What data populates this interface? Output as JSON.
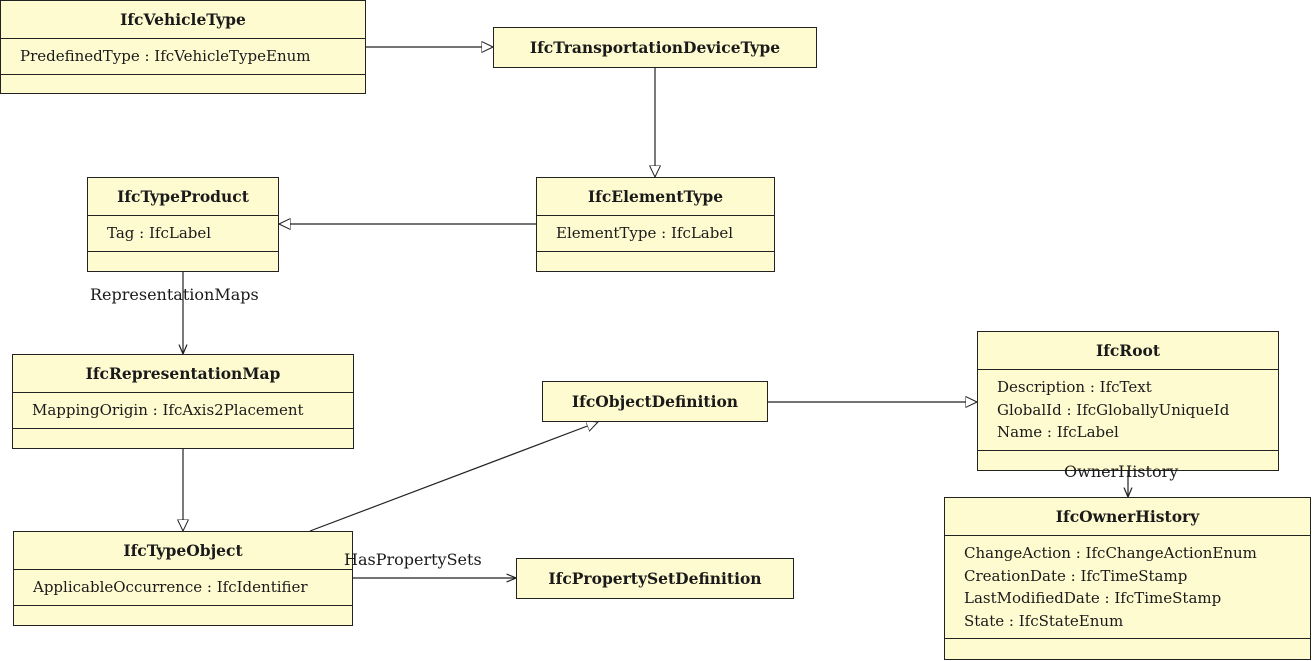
{
  "classes": {
    "vehicle_type": {
      "name": "IfcVehicleType",
      "attributes": [
        "PredefinedType : IfcVehicleTypeEnum"
      ]
    },
    "transportation_device_type": {
      "name": "IfcTransportationDeviceType"
    },
    "type_product": {
      "name": "IfcTypeProduct",
      "attributes": [
        "Tag : IfcLabel"
      ]
    },
    "element_type": {
      "name": "IfcElementType",
      "attributes": [
        "ElementType : IfcLabel"
      ]
    },
    "representation_map": {
      "name": "IfcRepresentationMap",
      "attributes": [
        "MappingOrigin : IfcAxis2Placement"
      ]
    },
    "object_definition": {
      "name": "IfcObjectDefinition"
    },
    "root": {
      "name": "IfcRoot",
      "attributes": [
        "Description : IfcText",
        "GlobalId : IfcGloballyUniqueId",
        "Name : IfcLabel"
      ]
    },
    "type_object": {
      "name": "IfcTypeObject",
      "attributes": [
        "ApplicableOccurrence : IfcIdentifier"
      ]
    },
    "property_set_definition": {
      "name": "IfcPropertySetDefinition"
    },
    "owner_history": {
      "name": "IfcOwnerHistory",
      "attributes": [
        "ChangeAction : IfcChangeActionEnum",
        "CreationDate : IfcTimeStamp",
        "LastModifiedDate : IfcTimeStamp",
        "State : IfcStateEnum"
      ]
    }
  },
  "associations": {
    "representation_maps": "RepresentationMaps",
    "has_property_sets": "HasPropertySets",
    "owner_history": "OwnerHistory"
  },
  "colors": {
    "class_fill": "#fffbd0",
    "stroke": "#222222"
  }
}
